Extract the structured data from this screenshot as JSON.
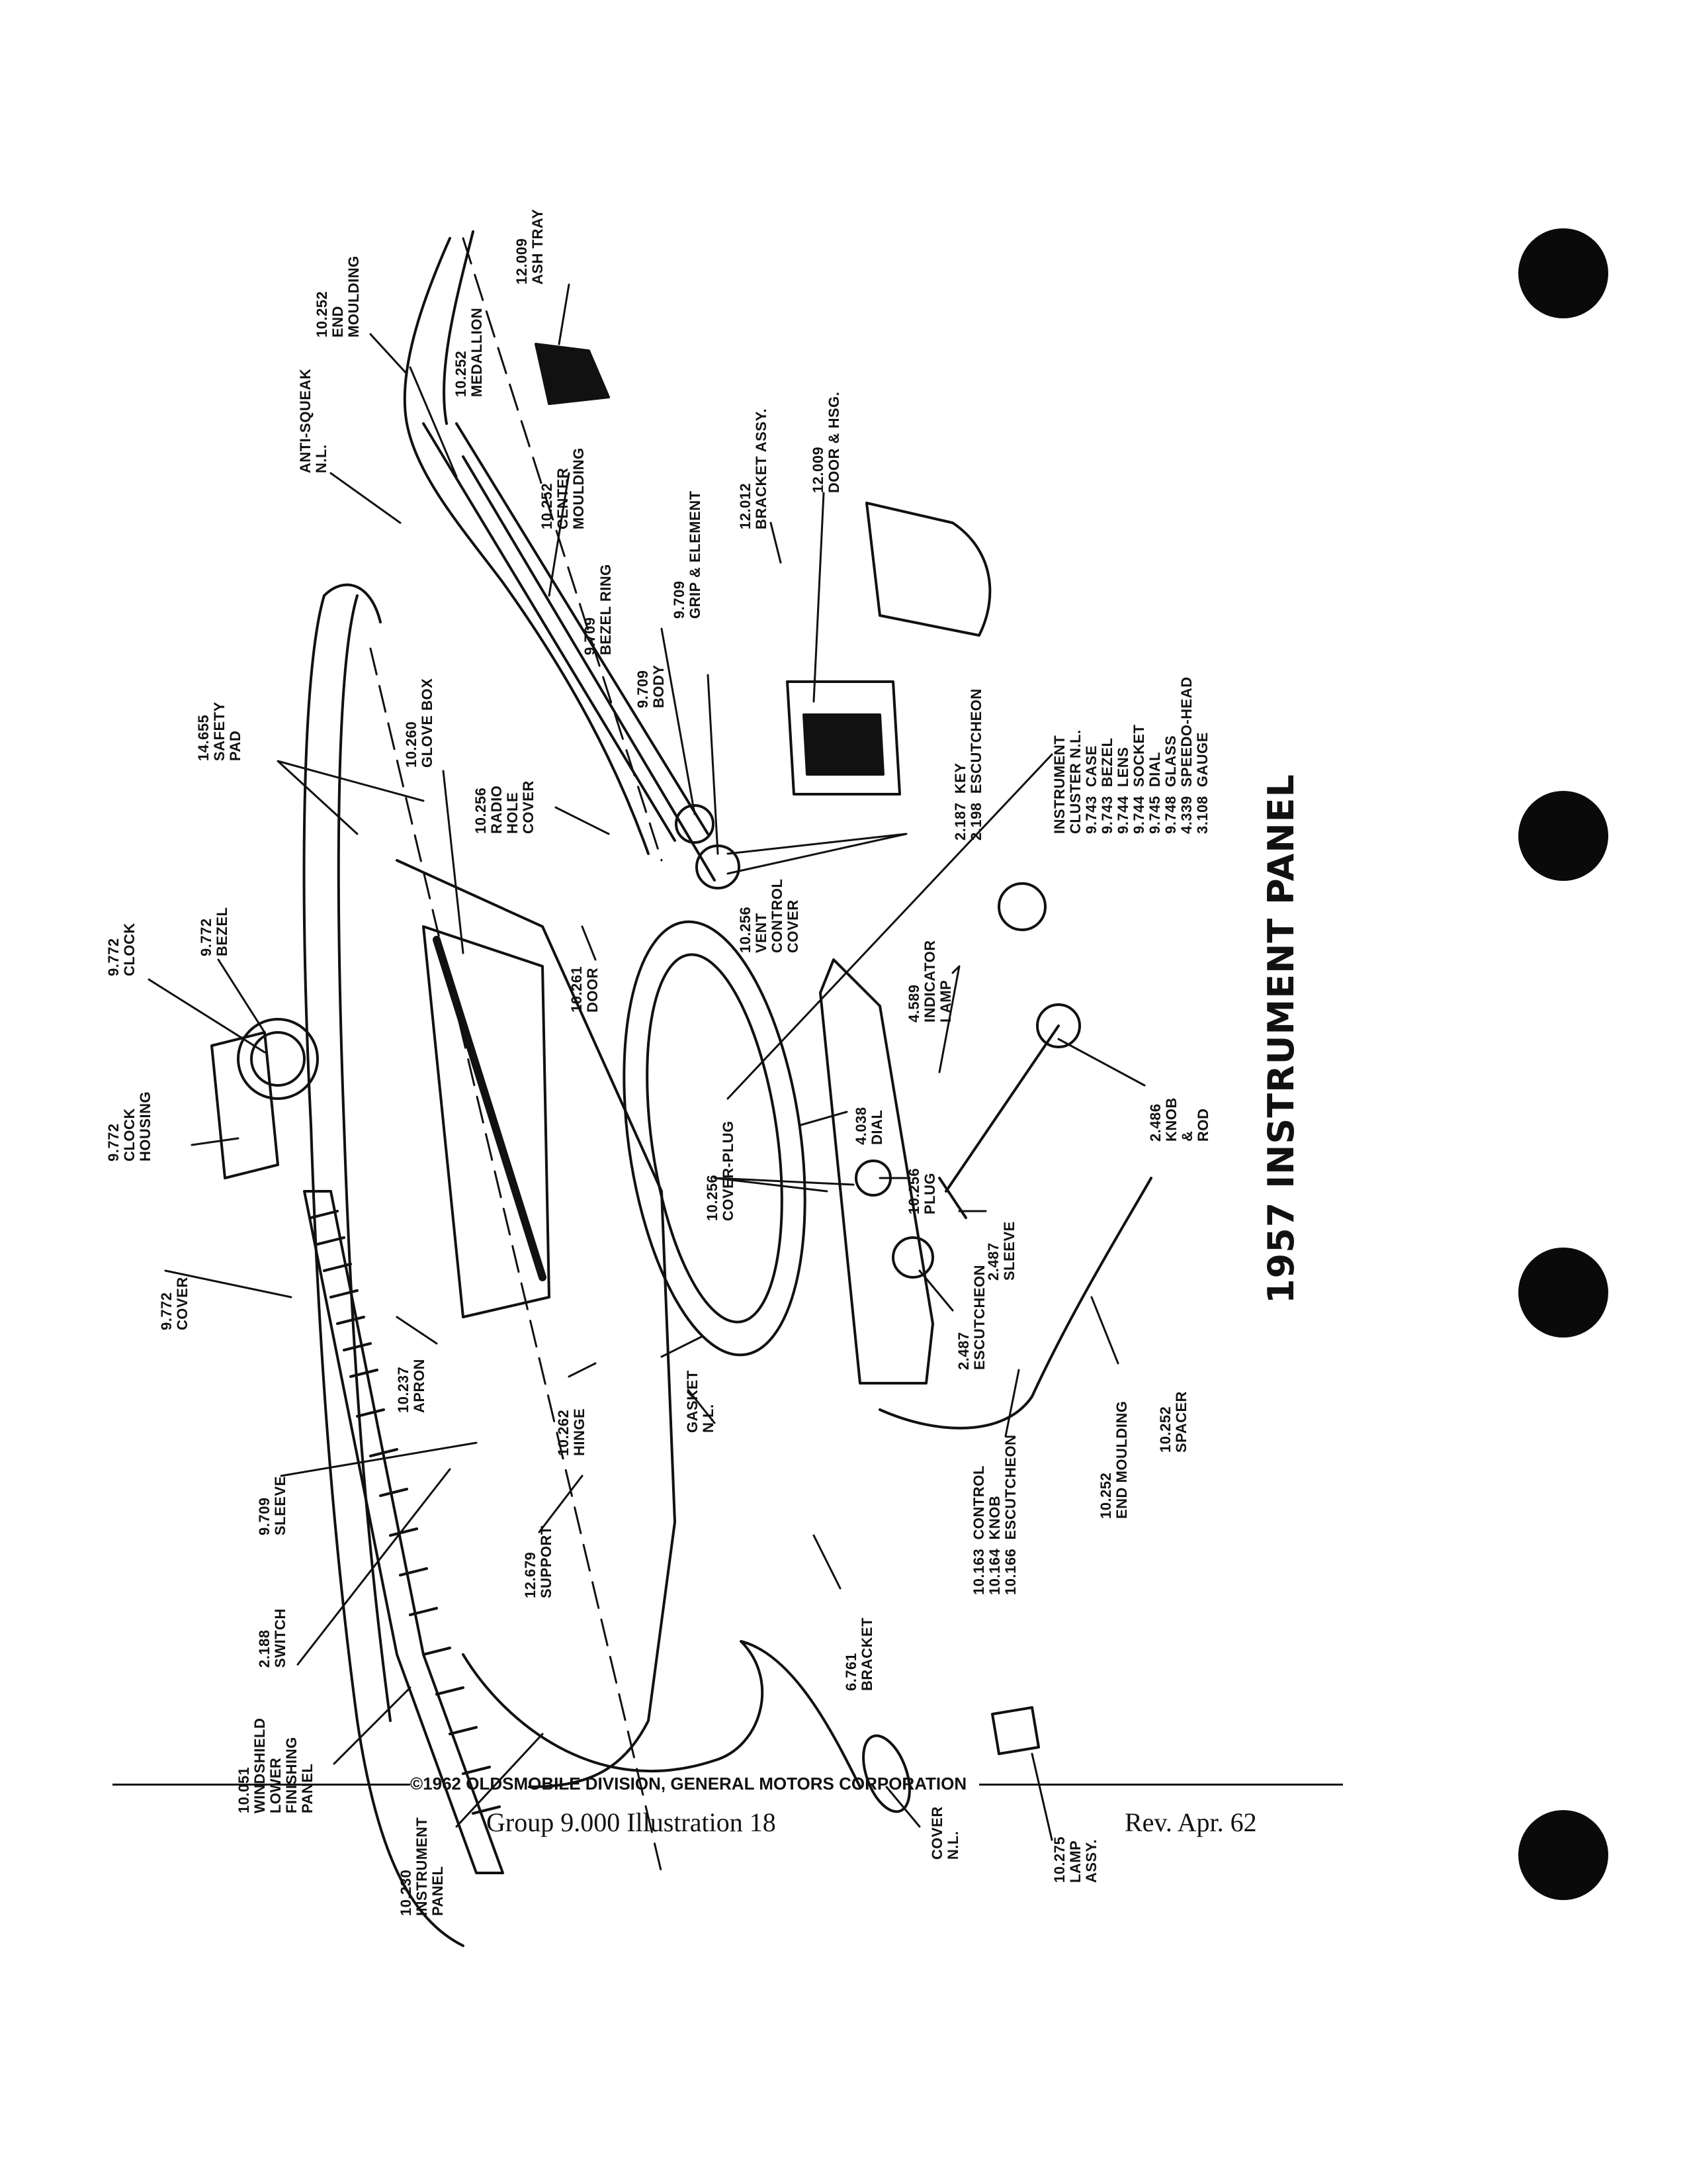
{
  "title": "1957 INSTRUMENT PANEL",
  "copyright": "©1962 OLDSMOBILE DIVISION, GENERAL MOTORS CORPORATION",
  "footer": {
    "group": "Group  9.000  Illustration 18",
    "revision": "Rev. Apr.  62"
  },
  "labels": {
    "ash_tray": "12.009\nASH TRAY",
    "end_moulding_top": "10.252\nEND\nMOULDING",
    "medallion": "10.252\nMEDALLION",
    "anti_squeak": "ANTI-SQUEAK\nN.L.",
    "center_moulding": "10.252\nCENTER\nMOULDING",
    "door_hsg": "12.009\nDOOR & HSG.",
    "bracket_assy": "12.012\nBRACKET ASSY.",
    "grip_element": "9.709\nGRIP & ELEMENT",
    "bezel_ring": "9.709\nBEZEL RING",
    "body": "9.709\nBODY",
    "safety_pad": "14.655\nSAFETY\nPAD",
    "glove_box": "10.260\nGLOVE BOX",
    "radio_hole_cover": "10.256\nRADIO\nHOLE\nCOVER",
    "key_escutcheon": "2.187  KEY\n2.198  ESCUTCHEON",
    "instrument_cluster": "INSTRUMENT\nCLUSTER N.L.\n9.743  CASE\n9.743  BEZEL\n9.744  LENS\n9.744  SOCKET\n9.745  DIAL\n9.748  GLASS\n4.339  SPEEDO-HEAD\n3.108  GAUGE",
    "clock": "9.772\nCLOCK",
    "bezel": "9.772\nBEZEL",
    "vent_control_cover": "10.256\nVENT\nCONTROL\nCOVER",
    "door_10261": "10.261\nDOOR",
    "indicator_lamp": "4.589\nINDICATOR\nLAMP",
    "clock_housing": "9.772\nCLOCK\nHOUSING",
    "dial": "4.038\nDIAL",
    "knob_rod": "2.486\nKNOB\n&\nROD",
    "cover_plug": "10.256\nCOVER-PLUG",
    "plug": "10.256\nPLUG",
    "sleeve_2487": "2.487\nSLEEVE",
    "cover_9772": "9.772\nCOVER",
    "escutcheon_2487": "2.487\nESCUTCHEON",
    "apron": "10.237\nAPRON",
    "gasket": "GASKET\nN.L.",
    "hinge": "10.262\nHINGE",
    "sleeve_9709": "9.709\nSLEEVE",
    "control_knob_escutcheon": "10.163  CONTROL\n10.164  KNOB\n10.166  ESCUTCHEON",
    "end_moulding_bottom": "10.252\nEND MOULDING",
    "spacer": "10.252\nSPACER",
    "support": "12.679\nSUPPORT",
    "switch": "2.188\nSWITCH",
    "bracket": "6.761\nBRACKET",
    "windshield_panel": "10.051\nWINDSHIELD\nLOWER\nFINISHING\nPANEL",
    "instrument_panel": "10.230\nINSTRUMENT\nPANEL",
    "cover_nl": "COVER\nN.L.",
    "lamp_assy": "10.275\nLAMP\nASSY."
  }
}
